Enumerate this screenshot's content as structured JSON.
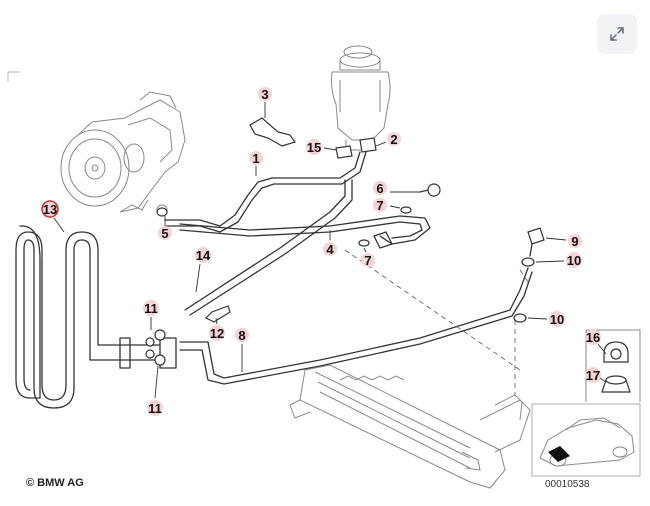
{
  "diagram": {
    "callouts": [
      {
        "id": "c1",
        "label": "1"
      },
      {
        "id": "c2",
        "label": "2"
      },
      {
        "id": "c3",
        "label": "3"
      },
      {
        "id": "c4",
        "label": "4"
      },
      {
        "id": "c5",
        "label": "5"
      },
      {
        "id": "c6",
        "label": "6"
      },
      {
        "id": "c7a",
        "label": "7"
      },
      {
        "id": "c7b",
        "label": "7"
      },
      {
        "id": "c8",
        "label": "8"
      },
      {
        "id": "c9",
        "label": "9"
      },
      {
        "id": "c10a",
        "label": "10"
      },
      {
        "id": "c10b",
        "label": "10"
      },
      {
        "id": "c11a",
        "label": "11"
      },
      {
        "id": "c11b",
        "label": "11"
      },
      {
        "id": "c12",
        "label": "12"
      },
      {
        "id": "c13",
        "label": "13"
      },
      {
        "id": "c14",
        "label": "14"
      },
      {
        "id": "c15",
        "label": "15"
      },
      {
        "id": "c16",
        "label": "16"
      },
      {
        "id": "c17",
        "label": "17"
      }
    ],
    "copyright": "© BMW AG",
    "reference_number": "00010538"
  },
  "toolbar": {
    "expand_icon": "expand-icon"
  },
  "colors": {
    "callout_highlight": "#f7d3d3",
    "line": "#333333",
    "button_bg": "#f1f3f6"
  }
}
